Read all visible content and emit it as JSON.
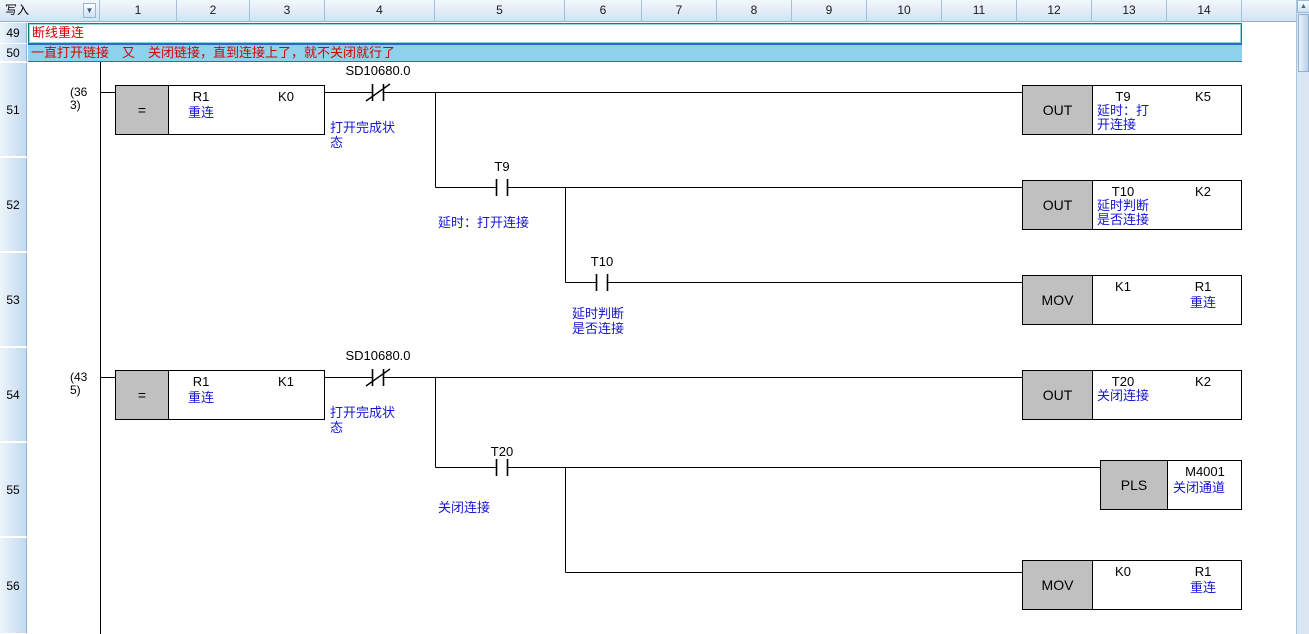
{
  "header": {
    "write_label": "写入",
    "columns": [
      "1",
      "2",
      "3",
      "4",
      "5",
      "6",
      "7",
      "8",
      "9",
      "10",
      "11",
      "12",
      "13",
      "14"
    ]
  },
  "row_numbers": [
    "49",
    "50",
    "51",
    "52",
    "53",
    "54",
    "55",
    "56"
  ],
  "statements": [
    "断线重连",
    "一直打开链接　又　关闭链接，直到连接上了，就不关闭就行了"
  ],
  "icons": {
    "dropdown": "▼",
    "scroll_up": "▲"
  },
  "colors": {
    "statement_red": "#d80000",
    "comment_blue": "#1616d6",
    "instruction_gray": "#c0c0c0",
    "statement2_cyan": "#8dd2ea"
  },
  "ladder": {
    "r51": {
      "step": "(363)",
      "cmp": {
        "op": "=",
        "operand": "R1",
        "operand_comment": "重连",
        "constant": "K0"
      },
      "contact": {
        "device": "SD10680.0",
        "comment": "打开完成状态",
        "type": "NC"
      },
      "coil": {
        "mnemonic": "OUT",
        "device": "T9",
        "constant": "K5",
        "comment": "延时：打开连接"
      }
    },
    "r52": {
      "contact": {
        "device": "T9",
        "comment": "延时：打开连接",
        "type": "NO"
      },
      "coil": {
        "mnemonic": "OUT",
        "device": "T10",
        "constant": "K2",
        "comment": "延时判断是否连接"
      }
    },
    "r53": {
      "contact": {
        "device": "T10",
        "comment": "延时判断是否连接",
        "type": "NO"
      },
      "mov": {
        "mnemonic": "MOV",
        "source": "K1",
        "dest": "R1",
        "dest_comment": "重连"
      }
    },
    "r54": {
      "step": "(435)",
      "cmp": {
        "op": "=",
        "operand": "R1",
        "operand_comment": "重连",
        "constant": "K1"
      },
      "contact": {
        "device": "SD10680.0",
        "comment": "打开完成状态",
        "type": "NC"
      },
      "coil": {
        "mnemonic": "OUT",
        "device": "T20",
        "constant": "K2",
        "comment": "关闭连接"
      }
    },
    "r55": {
      "contact": {
        "device": "T20",
        "comment": "关闭连接",
        "type": "NO"
      },
      "pls": {
        "mnemonic": "PLS",
        "device": "M4001",
        "comment": "关闭通道"
      }
    },
    "r56": {
      "mov": {
        "mnemonic": "MOV",
        "source": "K0",
        "dest": "R1",
        "dest_comment": "重连"
      }
    }
  }
}
